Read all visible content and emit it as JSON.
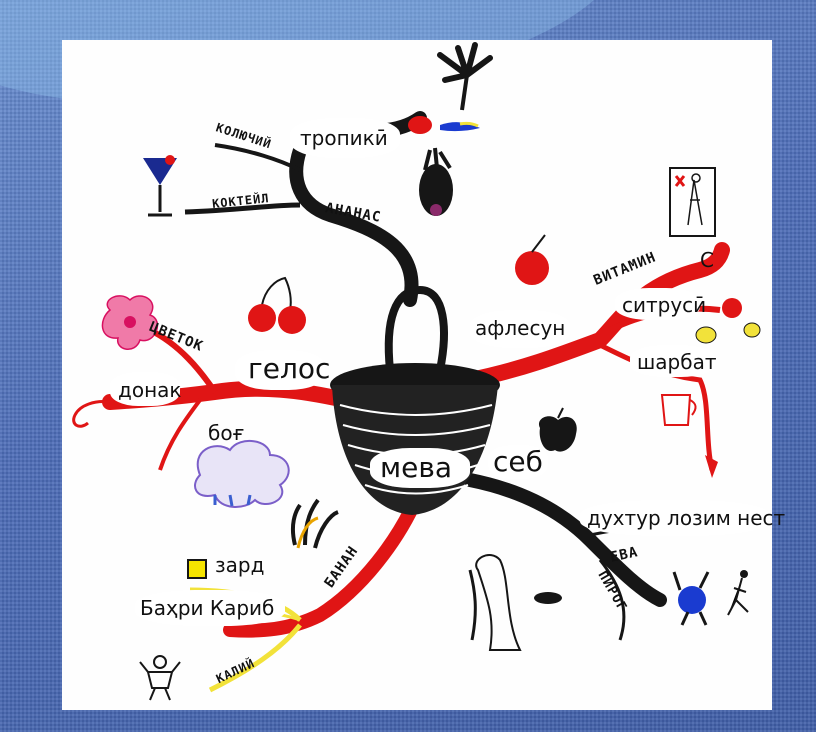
{
  "labels": {
    "center": "мева",
    "tropics": "тропикӣ",
    "thorny": "КОЛЮЧИЙ",
    "cocktail": "КОКТЕЙЛ",
    "pineapple": "АНАНАС",
    "vitamin": "ВИТАМИН",
    "vitamin_c": "С",
    "orange": "афлесун",
    "citrus": "ситрусӣ",
    "juice": "шарбат",
    "cherry": "гелос",
    "flower": "ЦВЕТОК",
    "stem": "донак",
    "garden": "боғ",
    "apple": "себ",
    "doctor": "духтур лозим нест",
    "eve": "ЕВА",
    "pie": "ПИРОГ",
    "banana": "БАНАН",
    "yellow": "зард",
    "caribbean": "Баҳри Кариб",
    "potassium": "КАЛИЙ"
  },
  "colors": {
    "red": "#e01515",
    "black": "#161616",
    "yellow": "#f2e23a",
    "yellow_swatch": "#f5e400"
  },
  "icons": [
    "basket-icon",
    "palm-tree-icon",
    "pineapple-icon",
    "cocktail-glass-icon",
    "cherries-icon",
    "orange-fruit-icon",
    "flower-icon",
    "tree-bush-icon",
    "apple-icon",
    "lemons-icon",
    "juice-jug-icon",
    "banana-bunch-icon",
    "eve-figure-icon",
    "doctor-box-icon",
    "running-people-icon",
    "yellow-square-icon",
    "child-figure-icon"
  ]
}
